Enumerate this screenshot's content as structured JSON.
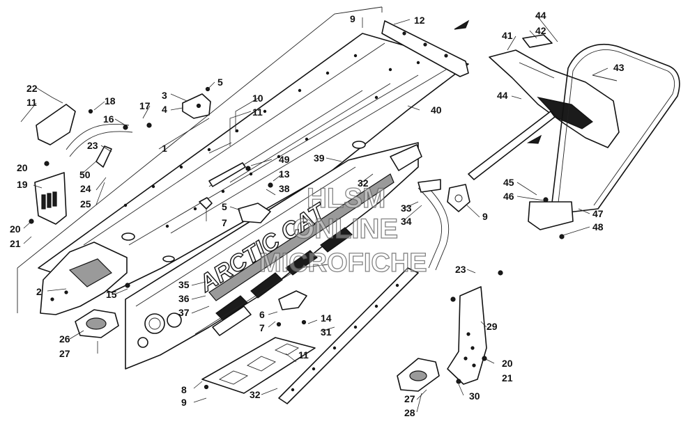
{
  "callouts": [
    {
      "id": "c1",
      "label": "1"
    },
    {
      "id": "c2",
      "label": "2"
    },
    {
      "id": "c3",
      "label": "3"
    },
    {
      "id": "c4",
      "label": "4"
    },
    {
      "id": "c5a",
      "label": "5"
    },
    {
      "id": "c5b",
      "label": "5"
    },
    {
      "id": "c6",
      "label": "6"
    },
    {
      "id": "c7a",
      "label": "7"
    },
    {
      "id": "c7b",
      "label": "7"
    },
    {
      "id": "c8",
      "label": "8"
    },
    {
      "id": "c9a",
      "label": "9"
    },
    {
      "id": "c9b",
      "label": "9"
    },
    {
      "id": "c9c",
      "label": "9"
    },
    {
      "id": "c10",
      "label": "10"
    },
    {
      "id": "c11a",
      "label": "11"
    },
    {
      "id": "c11b",
      "label": "11"
    },
    {
      "id": "c11c",
      "label": "11"
    },
    {
      "id": "c12",
      "label": "12"
    },
    {
      "id": "c13",
      "label": "13"
    },
    {
      "id": "c14",
      "label": "14"
    },
    {
      "id": "c15",
      "label": "15"
    },
    {
      "id": "c16",
      "label": "16"
    },
    {
      "id": "c17",
      "label": "17"
    },
    {
      "id": "c18",
      "label": "18"
    },
    {
      "id": "c19",
      "label": "19"
    },
    {
      "id": "c20a",
      "label": "20"
    },
    {
      "id": "c20b",
      "label": "20"
    },
    {
      "id": "c20c",
      "label": "20"
    },
    {
      "id": "c21a",
      "label": "21"
    },
    {
      "id": "c21b",
      "label": "21"
    },
    {
      "id": "c22",
      "label": "22"
    },
    {
      "id": "c23a",
      "label": "23"
    },
    {
      "id": "c23b",
      "label": "23"
    },
    {
      "id": "c24",
      "label": "24"
    },
    {
      "id": "c25",
      "label": "25"
    },
    {
      "id": "c26",
      "label": "26"
    },
    {
      "id": "c27a",
      "label": "27"
    },
    {
      "id": "c27b",
      "label": "27"
    },
    {
      "id": "c28",
      "label": "28"
    },
    {
      "id": "c29",
      "label": "29"
    },
    {
      "id": "c30",
      "label": "30"
    },
    {
      "id": "c31",
      "label": "31"
    },
    {
      "id": "c32a",
      "label": "32"
    },
    {
      "id": "c32b",
      "label": "32"
    },
    {
      "id": "c33",
      "label": "33"
    },
    {
      "id": "c34",
      "label": "34"
    },
    {
      "id": "c35",
      "label": "35"
    },
    {
      "id": "c36",
      "label": "36"
    },
    {
      "id": "c37",
      "label": "37"
    },
    {
      "id": "c38",
      "label": "38"
    },
    {
      "id": "c39",
      "label": "39"
    },
    {
      "id": "c40",
      "label": "40"
    },
    {
      "id": "c41",
      "label": "41"
    },
    {
      "id": "c42",
      "label": "42"
    },
    {
      "id": "c43",
      "label": "43"
    },
    {
      "id": "c44a",
      "label": "44"
    },
    {
      "id": "c44b",
      "label": "44"
    },
    {
      "id": "c45",
      "label": "45"
    },
    {
      "id": "c46",
      "label": "46"
    },
    {
      "id": "c47",
      "label": "47"
    },
    {
      "id": "c48",
      "label": "48"
    },
    {
      "id": "c49",
      "label": "49"
    },
    {
      "id": "c50",
      "label": "50"
    }
  ],
  "watermark": {
    "line1": "HLSM",
    "line2": "ONLINE",
    "line3": "MICROFICHE"
  },
  "brand_text": "ARCTIC CAT"
}
